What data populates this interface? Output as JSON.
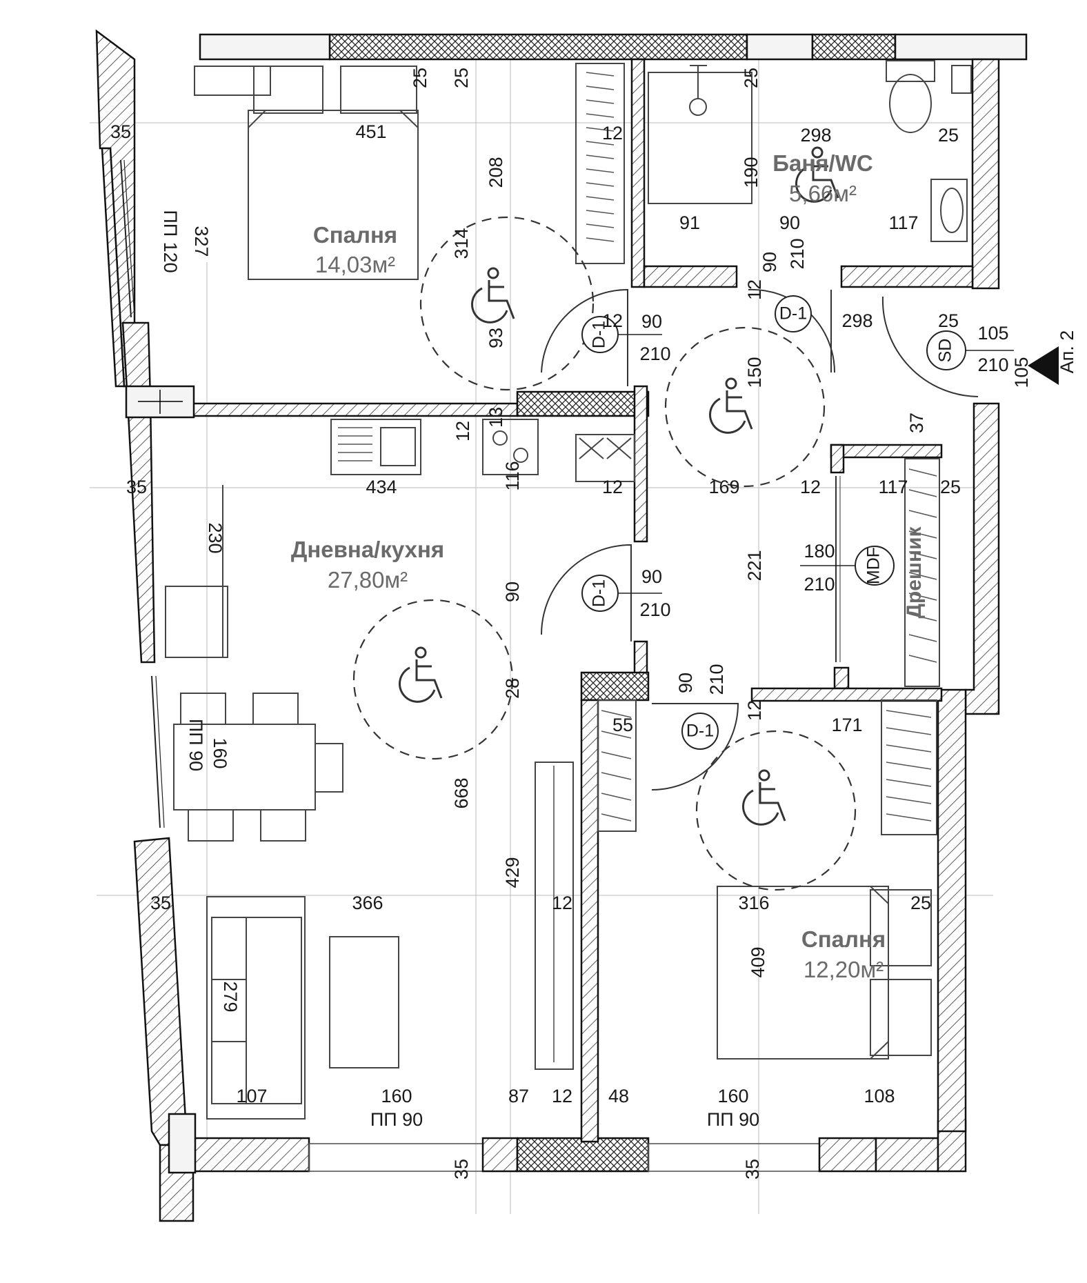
{
  "rooms": {
    "bedroom_1": {
      "name": "Спалня",
      "area": "14,03м²"
    },
    "bathroom": {
      "name": "Баня/WC",
      "area": "5,66м²"
    },
    "living": {
      "name": "Дневна/кухня",
      "area": "27,80м²"
    },
    "bedroom_2": {
      "name": "Спалня",
      "area": "12,20м²"
    },
    "wardrobe": {
      "name": "Дрешник"
    }
  },
  "windows": {
    "left_top": "ПП 120",
    "left_mid": "ПП 90",
    "bottom_left": "ПП 90",
    "bottom_right": "ПП 90"
  },
  "doors": {
    "d1_bedroom": {
      "tag": "D-1",
      "width": "90",
      "height": "210"
    },
    "d1_bath": {
      "tag": "D-1",
      "width": "90",
      "height": "210"
    },
    "d1_living": {
      "tag": "D-1",
      "width": "90",
      "height": "210"
    },
    "d1_bedroom2": {
      "tag": "D-1",
      "width": "90",
      "height": "210"
    },
    "sd": {
      "tag": "SD",
      "width": "105",
      "height": "210"
    },
    "mdf": {
      "tag": "MDF",
      "width": "180",
      "height": "210"
    }
  },
  "entry": {
    "label": "Ап. 2",
    "dim": "105"
  },
  "dims": {
    "b1_top_25a": "25",
    "b1_top_25b": "25",
    "b1_451": "451",
    "b1_208": "208",
    "b1_12": "12",
    "b1_314": "314",
    "b1_93": "93",
    "b1_327": "327",
    "left_35_a": "35",
    "bath_25_top": "25",
    "bath_298_top": "298",
    "bath_25_right": "25",
    "bath_190": "190",
    "bath_91": "91",
    "bath_90": "90",
    "bath_117": "117",
    "hall_90": "90",
    "hall_210": "210",
    "hall_12a": "12",
    "hall_298": "298",
    "hall_12b": "12",
    "sd_25": "25",
    "hall_150": "150",
    "hall_37": "37",
    "k_12": "12",
    "k_13": "13",
    "k_116": "116",
    "k_12b": "12",
    "left_35_b": "35",
    "k_434": "434",
    "h_169": "169",
    "h_12": "12",
    "w_117": "117",
    "w_25": "25",
    "l_230": "230",
    "l_90": "90",
    "h_221": "221",
    "l_28": "28",
    "l_160": "160",
    "l_668": "668",
    "b2_90": "90",
    "b2_210": "210",
    "b2_12": "12",
    "b2_55": "55",
    "b2_171": "171",
    "l_429": "429",
    "left_35_c": "35",
    "l_366": "366",
    "l_12": "12",
    "b2_316": "316",
    "b2_25": "25",
    "b2_409": "409",
    "l_279": "279",
    "bot_107": "107",
    "bot_160a": "160",
    "bot_87": "87",
    "bot_12": "12",
    "bot_48": "48",
    "bot_160b": "160",
    "bot_108": "108",
    "bot_35a": "35",
    "bot_35b": "35"
  }
}
